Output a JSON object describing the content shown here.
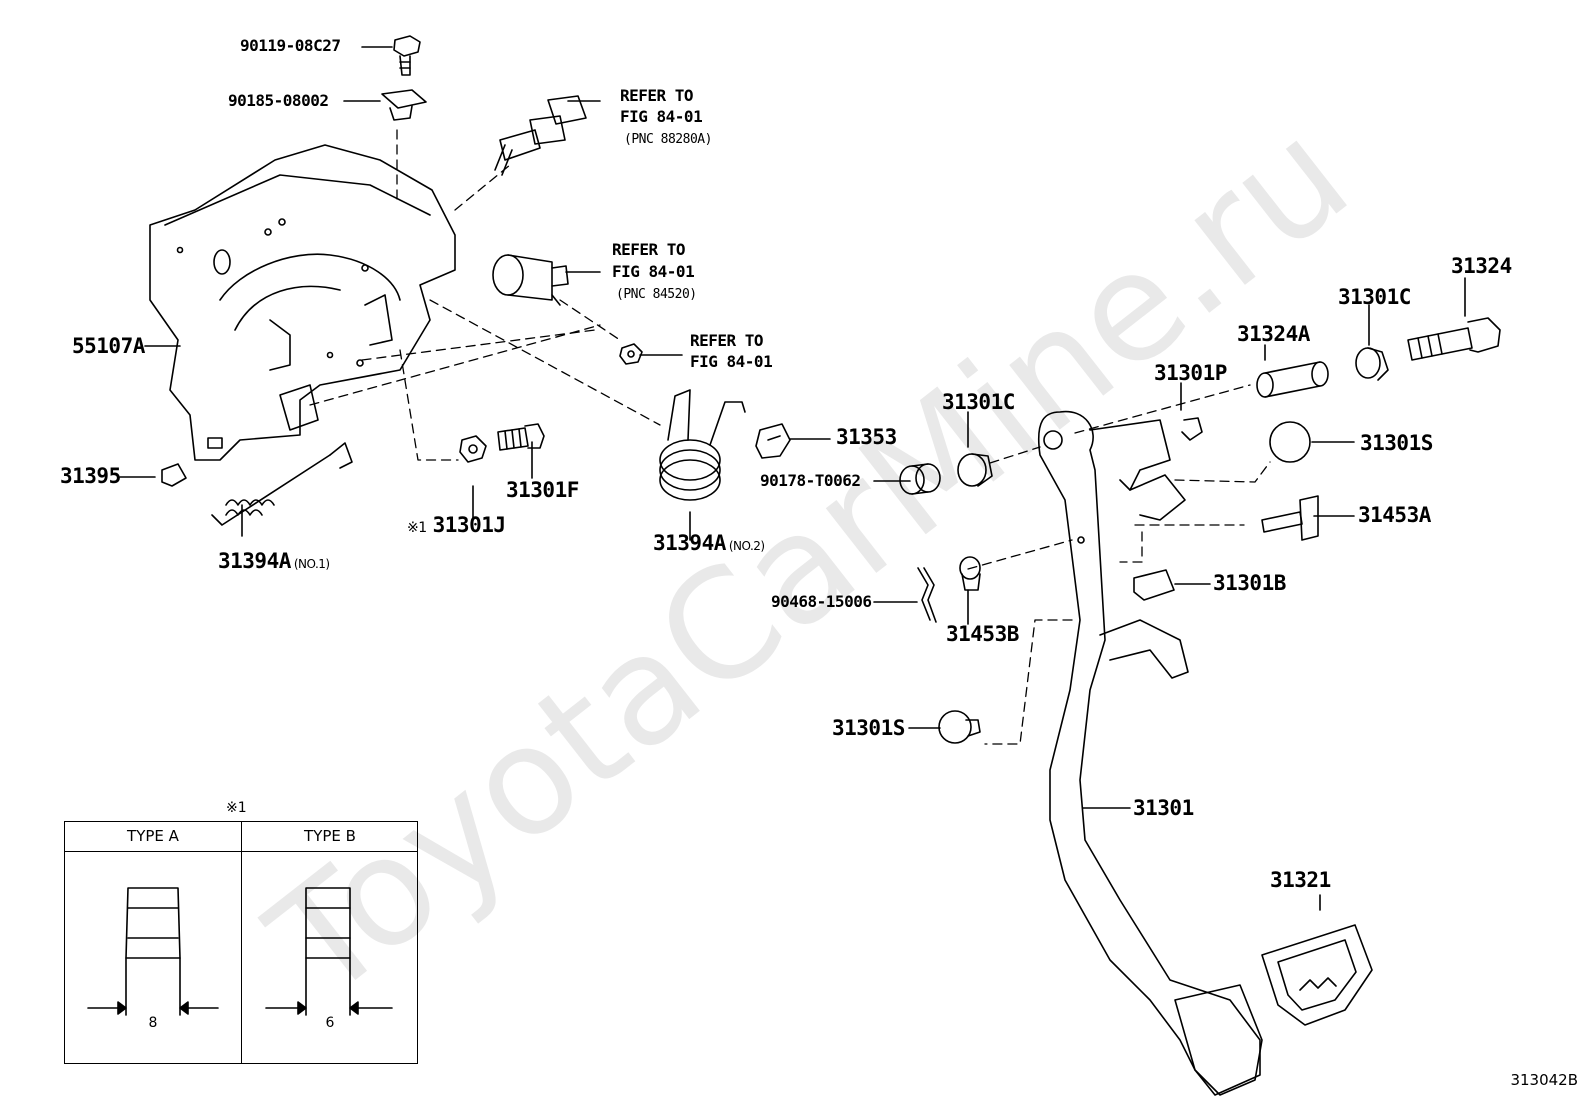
{
  "watermark": "ToyotaCarMine.ru",
  "figure_number": "313042B",
  "parts": {
    "p90119": "90119-08C27",
    "p90185": "90185-08002",
    "p55107a": "55107A",
    "p31395": "31395",
    "p31394a1": "31394A",
    "p31394a1_note": "(NO.1)",
    "p31301j": "31301J",
    "p31301j_mark": "※1",
    "p31301f": "31301F",
    "p31394a2": "31394A",
    "p31394a2_note": "(NO.2)",
    "p31353": "31353",
    "p90178": "90178-T0062",
    "p90468": "90468-15006",
    "p31301c_a": "31301C",
    "p31301c_b": "31301C",
    "p31324": "31324",
    "p31324a": "31324A",
    "p31301p": "31301P",
    "p31301s_a": "31301S",
    "p31453a": "31453A",
    "p31301b": "31301B",
    "p31453b": "31453B",
    "p31301s_b": "31301S",
    "p31301": "31301",
    "p31321": "31321"
  },
  "refer_notes": [
    {
      "line1": "REFER TO",
      "line2": "FIG 84-01",
      "line3": "(PNC 88280A)"
    },
    {
      "line1": "REFER TO",
      "line2": "FIG 84-01",
      "line3": "(PNC 84520)"
    },
    {
      "line1": "REFER TO",
      "line2": "FIG 84-01"
    }
  ],
  "type_table": {
    "note_mark": "※1",
    "type_a": {
      "label": "TYPE A",
      "dimension": "8"
    },
    "type_b": {
      "label": "TYPE B",
      "dimension": "6"
    }
  }
}
